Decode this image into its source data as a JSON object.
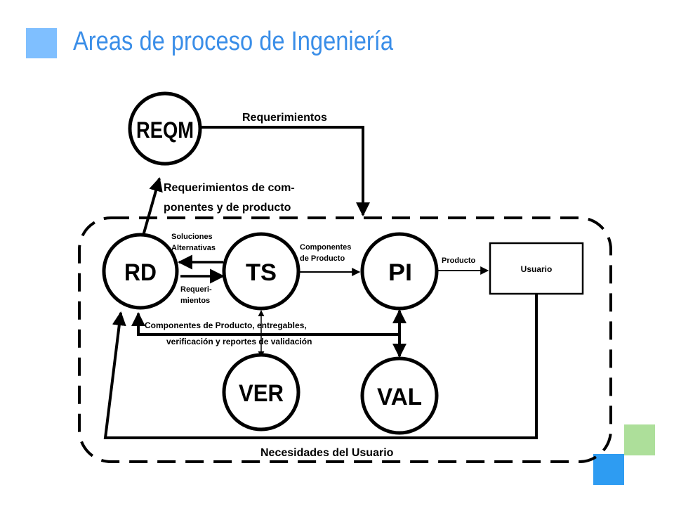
{
  "title": "Areas de proceso de Ingeniería",
  "colors": {
    "title": "#3a8ee8",
    "square_light_blue": "#7fbfff",
    "square_green": "#addf9a",
    "square_blue": "#2e9cf2"
  },
  "nodes": {
    "reqm": "REQM",
    "rd": "RD",
    "ts": "TS",
    "pi": "PI",
    "ver": "VER",
    "val": "VAL",
    "usuario": "Usuario"
  },
  "edges": {
    "requerimientos": "Requerimientos",
    "req_componentes_1": "Requerimientos de com-",
    "req_componentes_2": "ponentes y de producto",
    "soluciones_1": "Soluciones",
    "soluciones_2": "Alternativas",
    "requeri_1": "Requeri-",
    "requeri_2": "mientos",
    "componentes_prod_1": "Componentes",
    "componentes_prod_2": "de Producto",
    "producto": "Producto",
    "entregables_1": "Componentes de Producto, entregables,",
    "entregables_2": "verificación y reportes de validación",
    "necesidades": "Necesidades del Usuario"
  }
}
